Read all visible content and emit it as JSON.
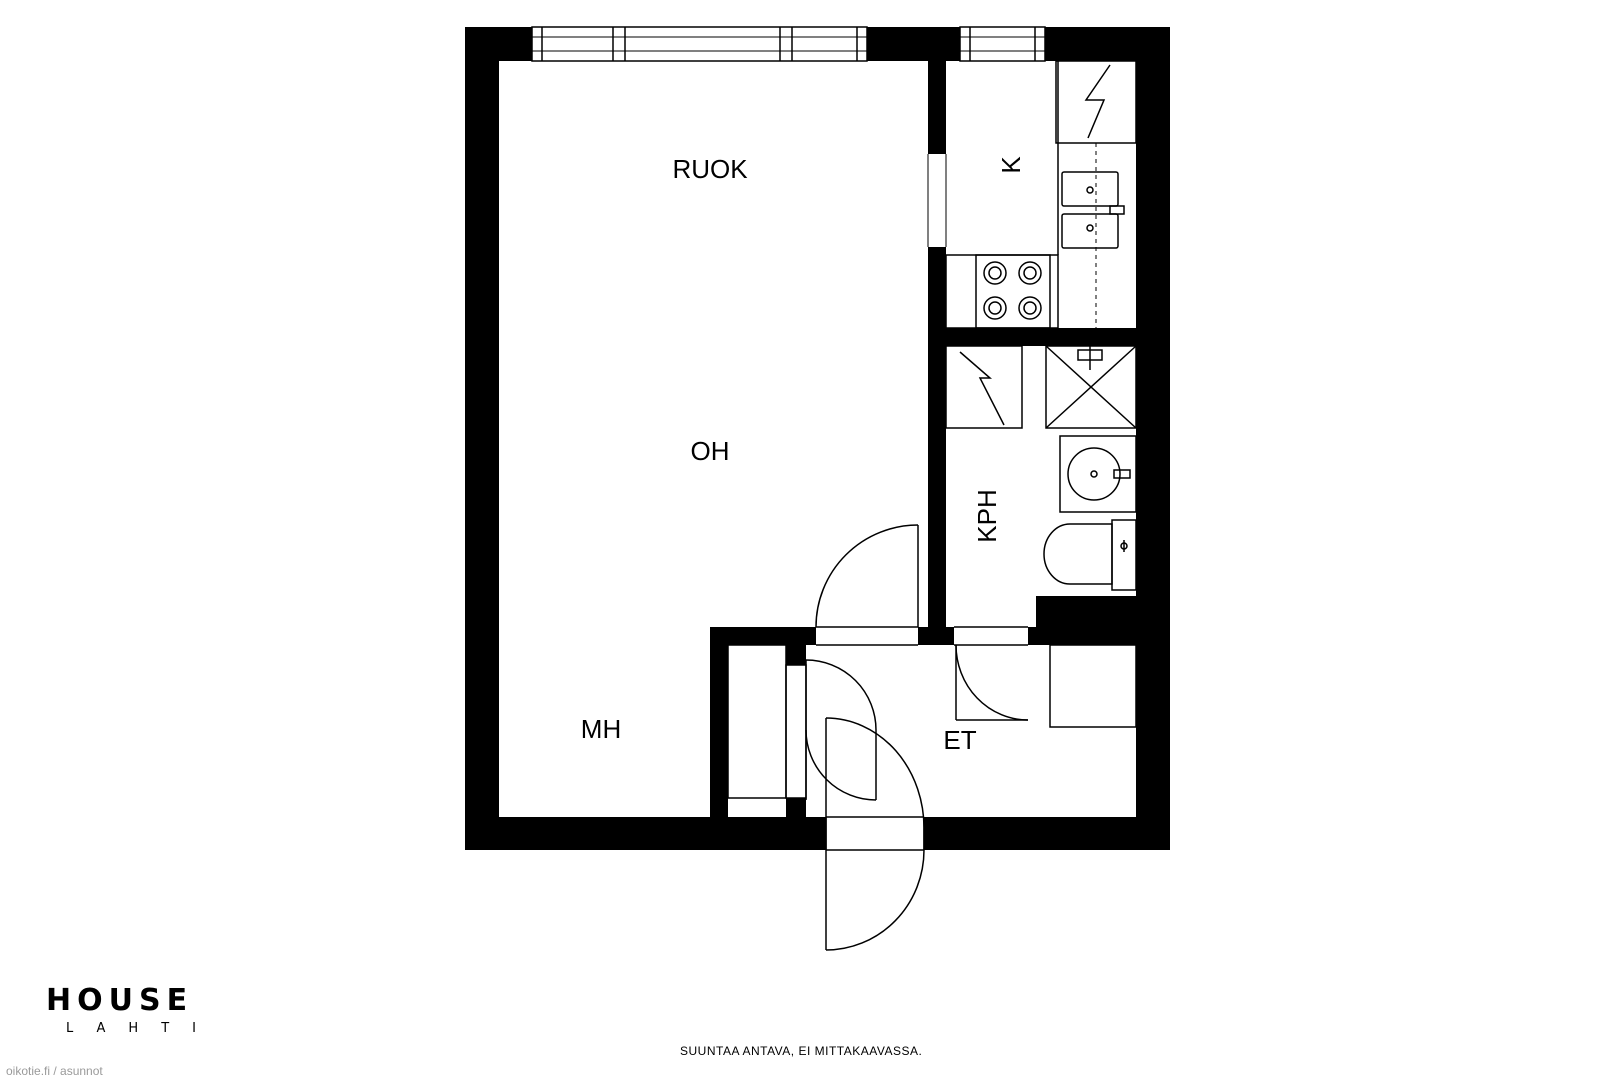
{
  "rooms": {
    "ruok": "RUOK",
    "k": "K",
    "oh": "OH",
    "kph": "KPH",
    "mh": "MH",
    "et": "ET"
  },
  "logo": {
    "main": "HOUSE",
    "sub": "LAHTI"
  },
  "disclaimer": "SUUNTAA ANTAVA, EI MITTAKAAVASSA.",
  "watermark": "oikotie.fi / asunnot"
}
